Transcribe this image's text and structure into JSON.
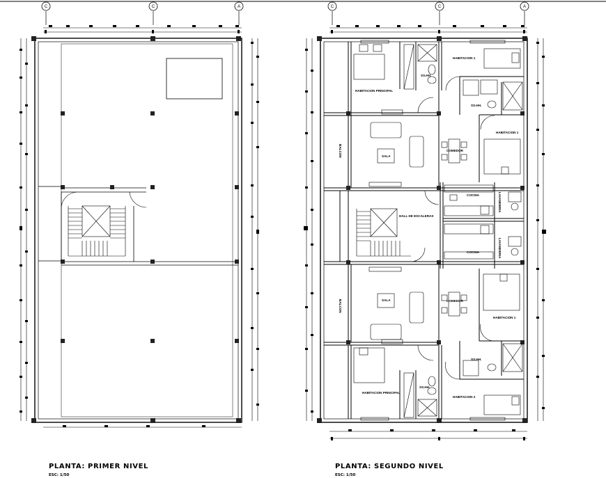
{
  "grid_bubbles": {
    "left": [
      "C",
      "C",
      "A"
    ],
    "right": [
      "C",
      "C",
      "A"
    ]
  },
  "plan_left": {
    "title": "PLANTA: PRIMER NIVEL",
    "scale": "ESC: 1/50"
  },
  "plan_right": {
    "title": "PLANTA: SEGUNDO NIVEL",
    "scale": "ESC: 1/50",
    "rooms": {
      "habitacion_1_top": "HABITACION 1",
      "habitacion_principal_top": "HABITACION PRINCIPAL",
      "sshh_top": "SS.HH.",
      "sshh_top_right": "SS.HH.",
      "habitacion_1_mid": "HABITACION 1",
      "balcon_top": "BALCON",
      "sala_top": "SALA",
      "comedor_top": "COMEDOR",
      "cocina_top": "COCINA",
      "lavanderia_top": "LAVANDERIA",
      "hall": "HALL DE ESCALERAS",
      "cocina_bottom": "COCINA",
      "lavanderia_bottom": "LAVANDERIA",
      "comedor_bottom": "COMEDOR",
      "sala_bottom": "SALA",
      "balcon_bottom": "BALCON",
      "habitacion_1_bottom": "HABITACION 1",
      "sshh_bottom_right": "SS.HH.",
      "sshh_bottom": "SS.HH.",
      "habitacion_principal_bottom": "HABITACION PRINCIPAL",
      "habitacion_2": "HABITACION 2"
    }
  }
}
